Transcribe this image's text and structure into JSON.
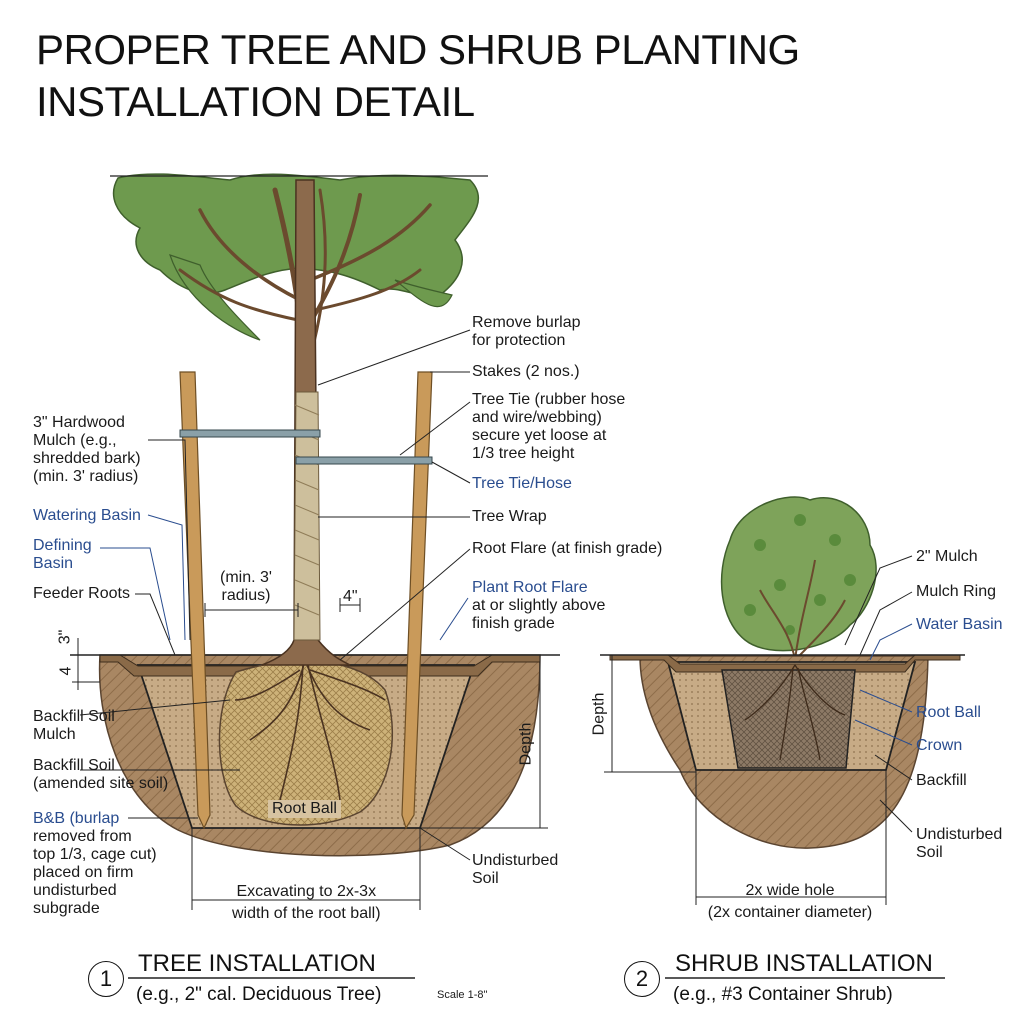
{
  "title": {
    "line1": "PROPER TREE AND SHRUB PLANTING",
    "line2": "INSTALLATION DETAIL"
  },
  "tree": {
    "labels": {
      "remove_burlap": [
        "Remove burlap",
        "for protection"
      ],
      "stakes": "Stakes (2 nos.)",
      "tree_tie": [
        "Tree Tie (rubber hose",
        "and wire/webbing)",
        "secure yet loose at",
        "1/3 tree height"
      ],
      "tree_tie_hose": "Tree Tie/Hose",
      "tree_wrap": "Tree Wrap",
      "root_flare": "Root Flare (at finish grade)",
      "plant_root_flare": [
        "Plant Root Flare",
        "at or slightly above",
        "finish grade"
      ],
      "mulch": [
        "3\" Hardwood",
        "Mulch (e.g.,",
        "shredded bark)",
        "(min. 3' radius)"
      ],
      "watering_basin": "Watering Basin",
      "defining_basin": [
        "Defining",
        "Basin"
      ],
      "feeder_roots": "Feeder Roots",
      "min_radius": [
        "(min. 3'",
        "radius)"
      ],
      "four_inch": "4\"",
      "three_dim": "3\"",
      "four_dim": "4",
      "backfill_mulch": [
        "Backfill Soil",
        "Mulch"
      ],
      "backfill_amended": [
        "Backfill Soil",
        "(amended site soil)"
      ],
      "bnb": [
        "B&B (burlap",
        "removed from",
        "top 1/3, cage cut)",
        "placed on firm",
        "undisturbed",
        "subgrade"
      ],
      "root_ball": "Root Ball",
      "depth": "Depth",
      "undisturbed": [
        "Undisturbed",
        "Soil"
      ],
      "excavating": [
        "Excavating to 2x-3x",
        "width of the root ball)"
      ]
    },
    "caption": {
      "number": "1",
      "title": "TREE INSTALLATION",
      "sub": "(e.g., 2\" cal. Deciduous Tree)",
      "scale": "Scale 1-8\""
    }
  },
  "shrub": {
    "labels": {
      "mulch2": "2\" Mulch",
      "mulch_ring": "Mulch Ring",
      "water_basin": "Water Basin",
      "root_ball": "Root Ball",
      "crown": "Crown",
      "backfill": "Backfill",
      "undisturbed": [
        "Undisturbed",
        "Soil"
      ],
      "depth": "Depth",
      "hole": [
        "2x wide hole",
        "(2x container diameter)"
      ]
    },
    "caption": {
      "number": "2",
      "title": "SHRUB INSTALLATION",
      "sub": "(e.g., #3 Container Shrub)"
    }
  },
  "colors": {
    "foliage": "#6e9a4e",
    "soil": "#a98763",
    "backfill": "#c7ab86",
    "mulch": "#8a6a48",
    "stake": "#c99a5a",
    "blue_label": "#2a4d8f"
  }
}
